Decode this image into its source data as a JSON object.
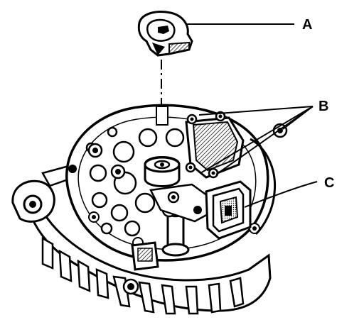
{
  "callouts": {
    "a": "A",
    "b": "B",
    "c": "C"
  },
  "colors": {
    "ink": "#000000",
    "paper": "#ffffff",
    "hatch": "#555555"
  }
}
